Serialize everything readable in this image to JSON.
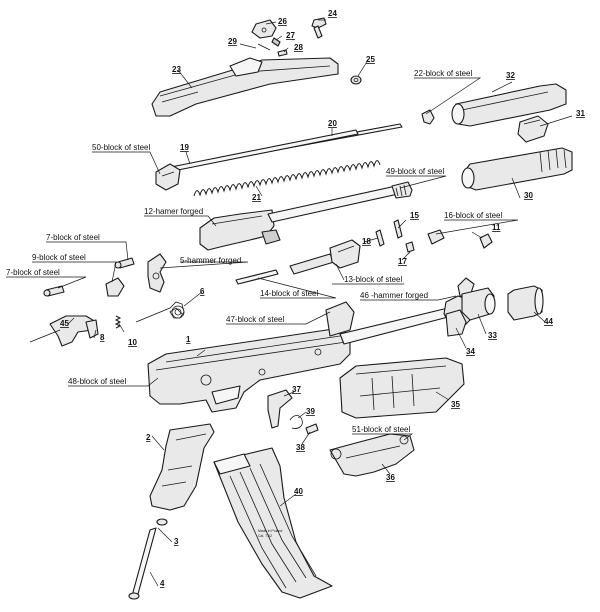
{
  "callouts": {
    "c1": "1",
    "c2": "2",
    "c3": "3",
    "c4": "4",
    "c5": "5-hammer forged",
    "c6": "6",
    "c7a": "7-block of steel",
    "c7b": "7-block of steel",
    "c8": "8",
    "c9": "9-block of steel",
    "c10": "10",
    "c11": "11",
    "c12": "12-hamer forged",
    "c13": "13-block of steel",
    "c14": "14-block of steel",
    "c15": "15",
    "c16": "16-block of steel",
    "c17": "17",
    "c18": "18",
    "c19": "19",
    "c20": "20",
    "c21": "21",
    "c22": "22-block of steel",
    "c23": "23",
    "c24": "24",
    "c25": "25",
    "c26": "26",
    "c27": "27",
    "c28": "28",
    "c29": "29",
    "c30": "30",
    "c31": "31",
    "c32": "32",
    "c33": "33",
    "c34": "34",
    "c35": "35",
    "c36": "36",
    "c37": "37",
    "c38": "38",
    "c39": "39",
    "c40": "40",
    "c44": "44",
    "c45": "45",
    "c46": "46 -hammer forged",
    "c47": "47-block of steel",
    "c48": "48-block of steel",
    "c49": "49-block of steel",
    "c50": "50-block of steel",
    "c51": "51-block of steel"
  },
  "magazine_marks": {
    "line1": "Made in Poland",
    "line2": "Cal. 7,62"
  }
}
